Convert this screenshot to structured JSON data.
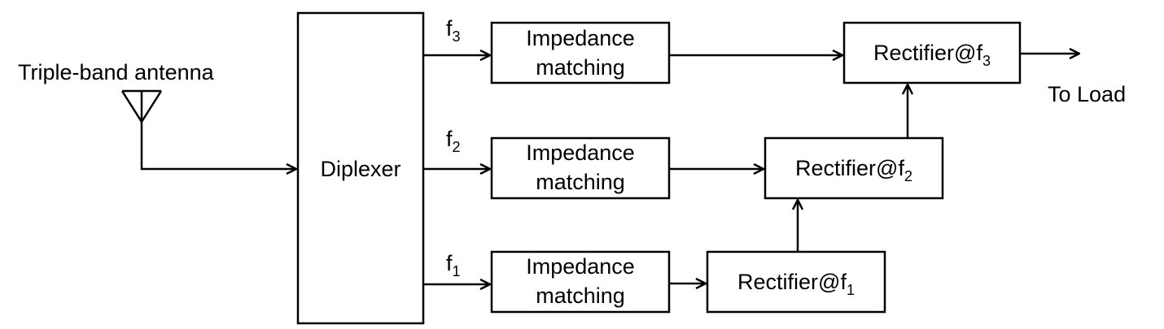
{
  "antenna": {
    "label": "Triple-band antenna"
  },
  "diplexer": {
    "label": "Diplexer"
  },
  "branches": {
    "f1": {
      "freq": "f",
      "freq_sub": "1",
      "matching_line1": "Impedance",
      "matching_line2": "matching"
    },
    "f2": {
      "freq": "f",
      "freq_sub": "2",
      "matching_line1": "Impedance",
      "matching_line2": "matching"
    },
    "f3": {
      "freq": "f",
      "freq_sub": "3",
      "matching_line1": "Impedance",
      "matching_line2": "matching"
    }
  },
  "rectifiers": {
    "r1": {
      "label": "Rectifier@f",
      "sub": "1"
    },
    "r2": {
      "label": "Rectifier@f",
      "sub": "2"
    },
    "r3": {
      "label": "Rectifier@f",
      "sub": "3"
    }
  },
  "output": {
    "label": "To Load"
  }
}
